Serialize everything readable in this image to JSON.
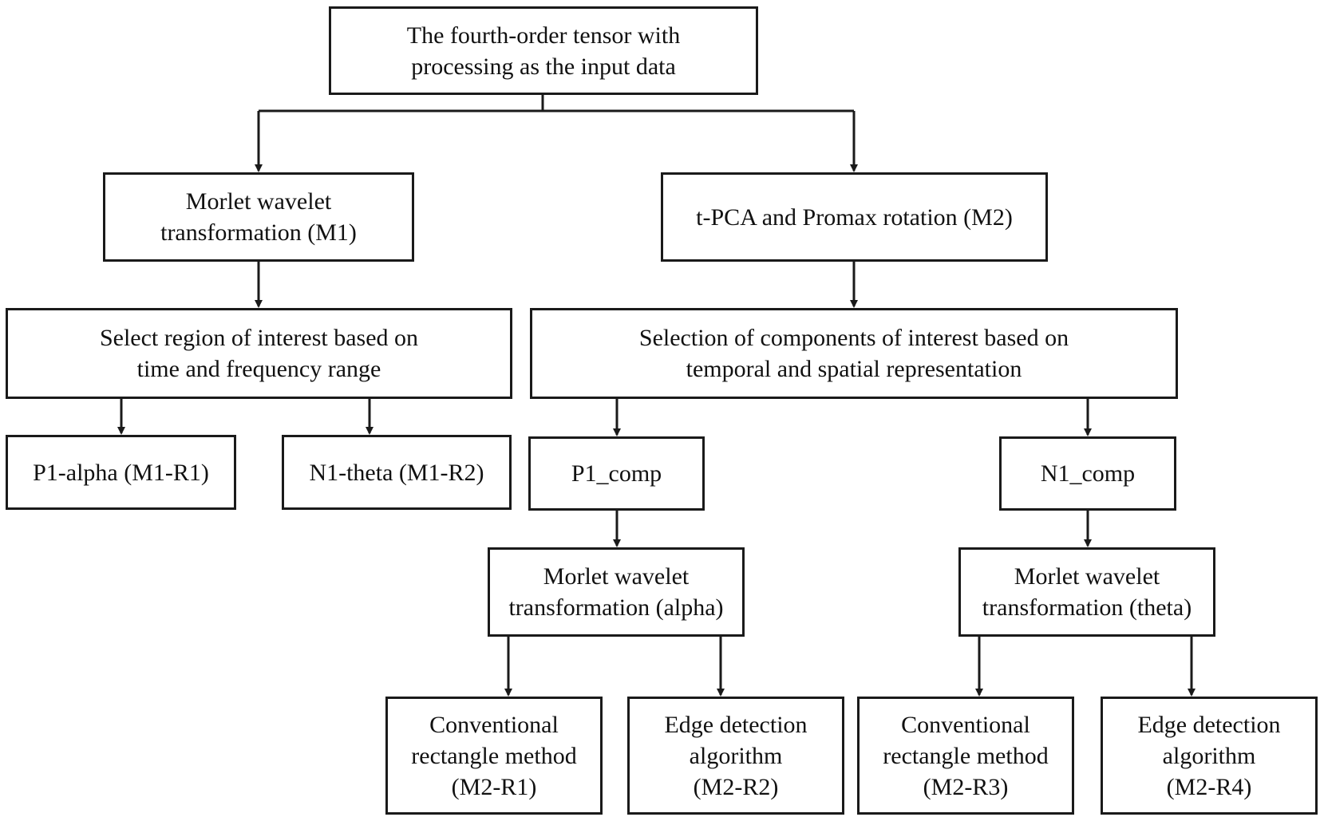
{
  "nodes": {
    "input": [
      "The fourth-order tensor with",
      "processing as the input data"
    ],
    "m1": [
      "Morlet wavelet",
      "transformation (M1)"
    ],
    "m2": [
      "t-PCA and Promax rotation (M2)"
    ],
    "roi": [
      "Select region of interest based on",
      "time and frequency range"
    ],
    "components": [
      "Selection of components of interest based on",
      "temporal and spatial representation"
    ],
    "m1r1": [
      "P1-alpha (M1-R1)"
    ],
    "m1r2": [
      "N1-theta (M1-R2)"
    ],
    "p1comp": [
      "P1_comp"
    ],
    "n1comp": [
      "N1_comp"
    ],
    "mw_alpha": [
      "Morlet wavelet",
      "transformation (alpha)"
    ],
    "mw_theta": [
      "Morlet wavelet",
      "transformation (theta)"
    ],
    "m2r1": [
      "Conventional",
      "rectangle method",
      "(M2-R1)"
    ],
    "m2r2": [
      "Edge detection",
      "algorithm",
      "(M2-R2)"
    ],
    "m2r3": [
      "Conventional",
      "rectangle method",
      "(M2-R3)"
    ],
    "m2r4": [
      "Edge detection",
      "algorithm",
      "(M2-R4)"
    ]
  },
  "colors": {
    "stroke": "#1a1a1a",
    "background": "#ffffff",
    "text": "#111111"
  }
}
